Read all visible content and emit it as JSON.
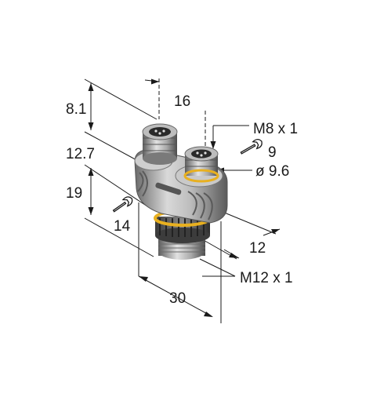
{
  "dimensions": {
    "d_8_1": "8.1",
    "d_16": "16",
    "d_m8": "M8 x 1",
    "d_9": "9",
    "d_9_6": "ø 9.6",
    "d_12_7": "12.7",
    "d_19": "19",
    "d_14": "14",
    "d_12": "12",
    "d_m12": "M12 x 1",
    "d_30": "30"
  },
  "colors": {
    "body_light": "#d6d6d6",
    "body_mid": "#9a9a9a",
    "body_dark": "#4a4a4a",
    "seal_yellow": "#e8b020",
    "line": "#1a1a1a"
  },
  "icons": {
    "wrench_small": "wrench-icon",
    "wrench_large": "wrench-icon"
  }
}
